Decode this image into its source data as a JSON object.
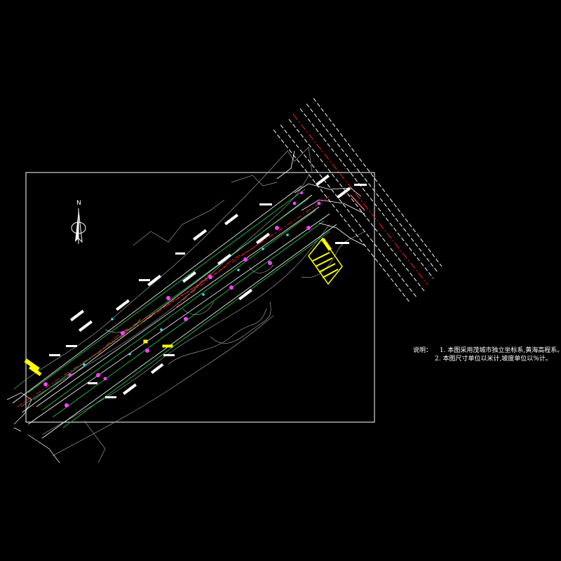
{
  "drawing": {
    "north_label": "N",
    "notes": {
      "label": "说明：",
      "lines": [
        "1. 本图采用茂城市独立坐标系,黄海高程系。",
        "2. 本图尺寸单位以米计,坡度单位以%计。"
      ]
    },
    "colors": {
      "background": "#000000",
      "frame": "#ffffff",
      "road_edge": "#ffffff",
      "centerline": "#ff2020",
      "green": "#20c040",
      "yellow": "#ffff00",
      "magenta": "#ff40ff",
      "cyan": "#40e0ff",
      "terrain": "#a0a0a0"
    }
  }
}
